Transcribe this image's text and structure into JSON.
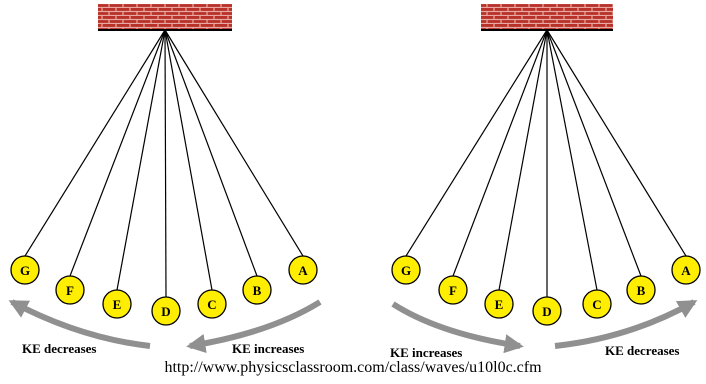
{
  "diagrams": [
    {
      "bobs": [
        "G",
        "F",
        "E",
        "D",
        "C",
        "B",
        "A"
      ],
      "arrows": [
        {
          "label": "KE decreases",
          "direction": "toward G"
        },
        {
          "label": "KE increases",
          "direction": "toward D"
        }
      ]
    },
    {
      "bobs": [
        "G",
        "F",
        "E",
        "D",
        "C",
        "B",
        "A"
      ],
      "arrows": [
        {
          "label": "KE increases",
          "direction": "toward D"
        },
        {
          "label": "KE decreases",
          "direction": "toward A"
        }
      ]
    }
  ],
  "source_url": "http://www.physicsclassroom.com/class/waves/u10l0c.cfm",
  "colors": {
    "bob_fill": "#FFEE00",
    "brick": "#B8322A",
    "mortar": "#E9A9A0",
    "arrow": "#909090",
    "string": "#000000"
  }
}
